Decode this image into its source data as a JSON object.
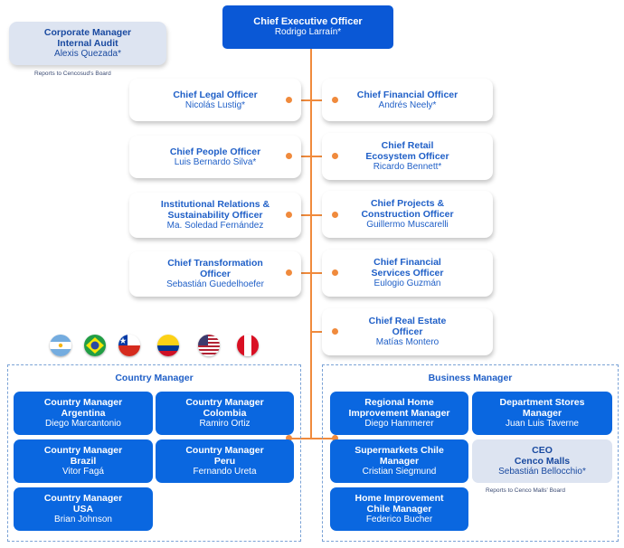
{
  "ceo": {
    "title": "Chief Executive Officer",
    "name": "Rodrigo Larraín*"
  },
  "audit": {
    "title": "Corporate Manager\nInternal Audit",
    "name": "Alexis Quezada*",
    "note": "Reports to Cencosud's Board"
  },
  "left_officers": [
    {
      "title": "Chief Legal Officer",
      "name": "Nicolás Lustig*"
    },
    {
      "title": "Chief People Officer",
      "name": "Luis Bernardo Silva*"
    },
    {
      "title": "Institutional Relations &\nSustainability Officer",
      "name": "Ma. Soledad Fernández"
    },
    {
      "title": "Chief Transformation\nOfficer",
      "name": "Sebastián Guedelhoefer"
    }
  ],
  "right_officers": [
    {
      "title": "Chief Financial Officer",
      "name": "Andrés Neely*"
    },
    {
      "title": "Chief Retail\nEcosystem Officer",
      "name": "Ricardo Bennett*"
    },
    {
      "title": "Chief Projects &\nConstruction Officer",
      "name": "Guillermo Muscarelli"
    },
    {
      "title": "Chief Financial\nServices Officer",
      "name": "Eulogio Guzmán"
    },
    {
      "title": "Chief Real Estate\nOfficer",
      "name": "Matías Montero"
    }
  ],
  "flags": [
    "argentina-flag",
    "brazil-flag",
    "chile-flag",
    "colombia-flag",
    "usa-flag",
    "peru-flag"
  ],
  "country_panel": {
    "title": "Country Manager",
    "managers": [
      {
        "title": "Country Manager\nArgentina",
        "name": "Diego Marcantonio"
      },
      {
        "title": "Country Manager\nColombia",
        "name": "Ramiro Ortiz"
      },
      {
        "title": "Country Manager\nBrazil",
        "name": "Vitor Fagá"
      },
      {
        "title": "Country Manager\nPeru",
        "name": "Fernando Ureta"
      },
      {
        "title": "Country Manager\nUSA",
        "name": "Brian Johnson"
      }
    ]
  },
  "business_panel": {
    "title": "Business Manager",
    "managers": [
      {
        "title": "Regional Home\nImprovement Manager",
        "name": "Diego Hammerer"
      },
      {
        "title": "Department Stores\nManager",
        "name": "Juan Luis Taverne"
      },
      {
        "title": "Supermarkets Chile\nManager",
        "name": "Cristian Siegmund"
      },
      {
        "title": "CEO\nCenco Malls",
        "name": "Sebastián Bellocchio*"
      },
      {
        "title": "Home Improvement\nChile Manager",
        "name": "Federico Bucher"
      }
    ],
    "note": "Reports to Cenco Malls' Board"
  },
  "colors": {
    "accent_blue": "#0a67e0",
    "connector_orange": "#f08a3c",
    "light_box": "#dde4f1",
    "title_blue": "#1f5fc7"
  }
}
